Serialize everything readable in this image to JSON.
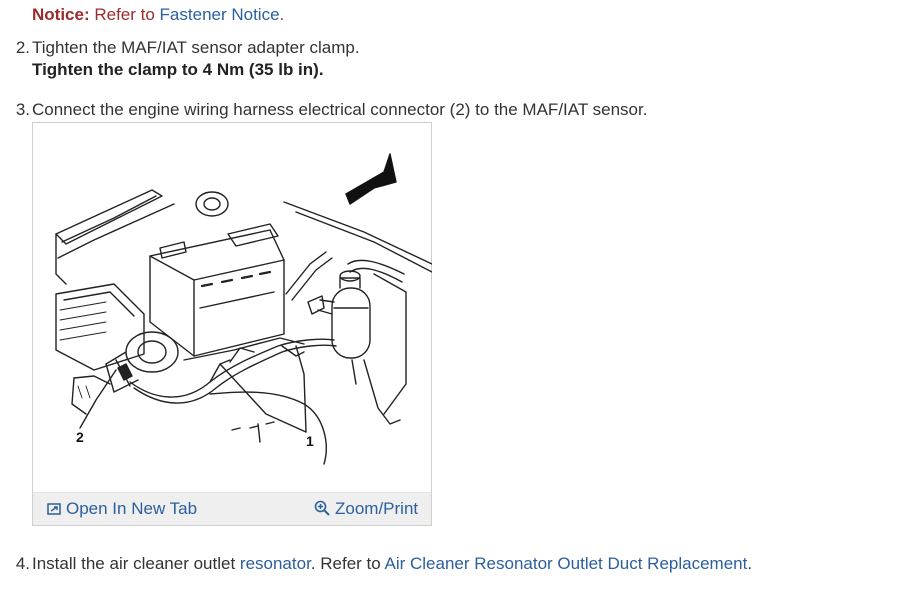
{
  "notice": {
    "label": "Notice:",
    "text": " Refer to ",
    "link": "Fastener Notice",
    "period": "."
  },
  "steps": [
    {
      "num": "2.",
      "text": "Tighten the MAF/IAT sensor adapter clamp.",
      "sub": "Tighten the clamp to 4 Nm (35 lb in)."
    },
    {
      "num": "3.",
      "text": "Connect the engine wiring harness electrical connector (2) to the MAF/IAT sensor."
    },
    {
      "num": "4.",
      "text_before": "Install the air cleaner outlet ",
      "link1": "resonator",
      "text_mid": ". Refer to ",
      "link2": "Air Cleaner Resonator Outlet Duct Replacement",
      "text_after": "."
    }
  ],
  "figure": {
    "callout_1": "1",
    "callout_2": "2",
    "open_tab_label": "Open In New Tab",
    "zoom_label": "Zoom/Print",
    "open_tab_icon": "open-tab-icon",
    "zoom_icon": "magnifier-plus-icon"
  },
  "colors": {
    "notice": "#9b2c2c",
    "link": "#2b5f9e",
    "text": "#333333"
  }
}
